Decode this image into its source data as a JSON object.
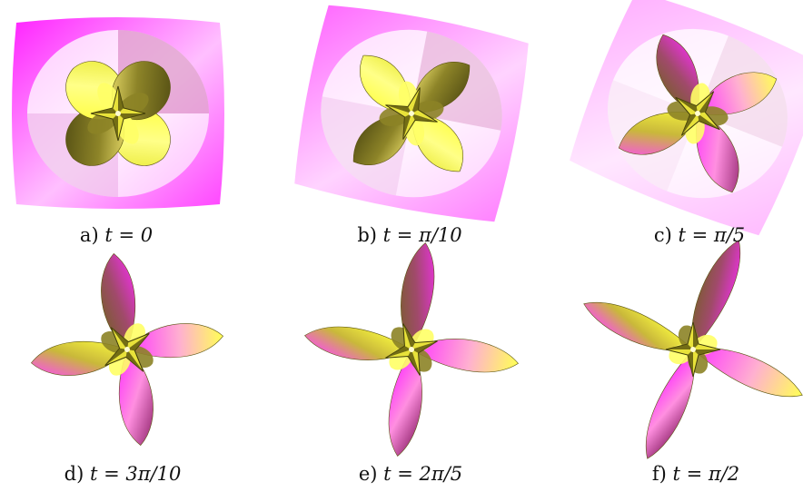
{
  "panels": [
    {
      "label": "a)",
      "equation": "t = 0",
      "angle": 0
    },
    {
      "label": "b)",
      "equation": "t = π/10",
      "angle": 18
    },
    {
      "label": "c)",
      "equation": "t = π/5",
      "angle": 36
    },
    {
      "label": "d)",
      "equation": "t = 3π/10",
      "angle": 54
    },
    {
      "label": "e)",
      "equation": "t = 2π/5",
      "angle": 72
    },
    {
      "label": "f)",
      "equation": "t = π/2",
      "angle": 90
    }
  ],
  "colors": {
    "magenta": "#ff33ff",
    "pink": "#ffc8ff",
    "yellow": "#ffff44",
    "olive": "#6e6a1e",
    "plum": "#7a1f5e",
    "dark": "#2a2a08"
  }
}
